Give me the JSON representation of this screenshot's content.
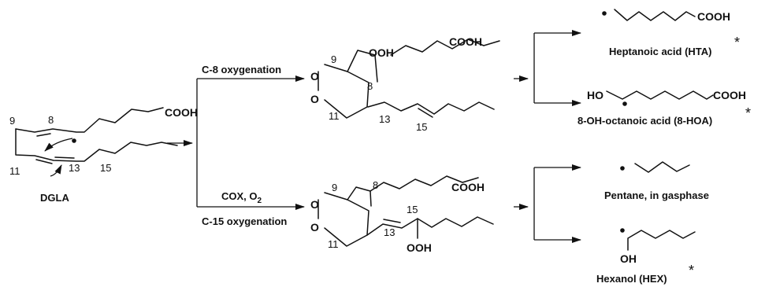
{
  "reactant": {
    "name": "DGLA",
    "group": "COOH",
    "carbons": [
      "9",
      "8",
      "11",
      "13",
      "15"
    ]
  },
  "conditions": {
    "reagents": "COX, O",
    "reagents_subscript": "2",
    "branch_top": "C-8 oxygenation",
    "branch_bottom": "C-15 oxygenation"
  },
  "intermediate_c8": {
    "peroxide_o_top": "O",
    "peroxide_o_bottom": "O",
    "hydroperoxy": "OOH",
    "acid": "COOH",
    "carbons": [
      "9",
      "8",
      "11",
      "13",
      "15"
    ]
  },
  "intermediate_c15": {
    "peroxide_o_top": "O",
    "peroxide_o_bottom": "O",
    "hydroperoxy": "OOH",
    "acid": "COOH",
    "carbons": [
      "9",
      "8",
      "15",
      "11",
      "13"
    ]
  },
  "products": [
    {
      "group": "COOH",
      "name": "Heptanoic acid (HTA)",
      "mark": "*"
    },
    {
      "group_left": "HO",
      "group_right": "COOH",
      "name": "8-OH-octanoic acid (8-HOA)",
      "mark": "*"
    },
    {
      "name": "Pentane, in gasphase"
    },
    {
      "group": "OH",
      "name": "Hexanol (HEX)",
      "mark": "*"
    }
  ]
}
